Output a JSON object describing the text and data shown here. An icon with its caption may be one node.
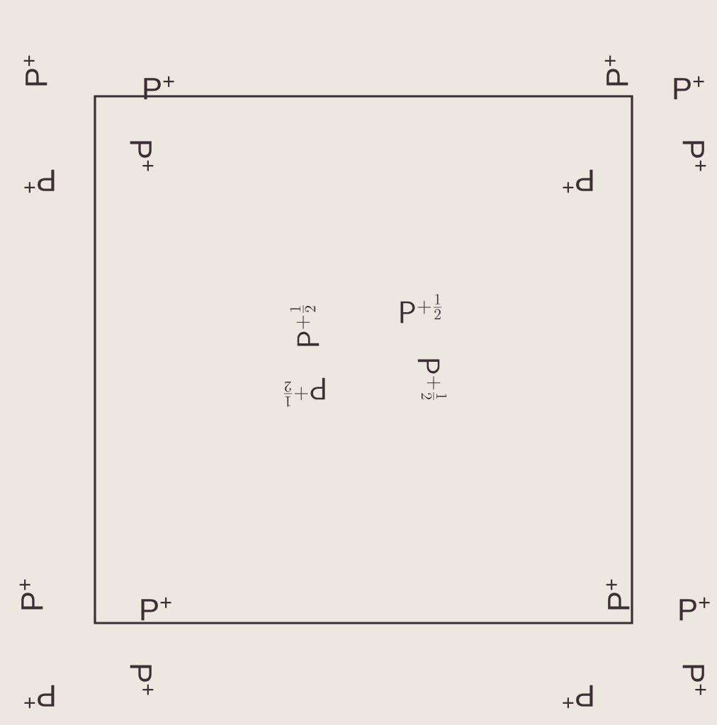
{
  "diagram": {
    "labels": [
      "P$^{+}$",
      "P$^{+}$",
      "P$^{+}$",
      "P$^{+}$",
      "P$^{+}$",
      "P$^{+}$",
      "P$^{+}$",
      "P$^{+}$",
      "\\mathsf{P}^{+\\frac{1}{2}}",
      "\\mathsf{P}^{+\\frac{1}{2}}",
      "\\mathsf{P}^{+\\frac{1}{2}}",
      "\\mathsf{P}^{+\\frac{1}{2}}",
      "P$^{+}$",
      "P$^{+}$",
      "P$^{+}$",
      "P$^{+}$",
      "P$^{+}$",
      "P$^{+}$",
      "P$^{+}$",
      "P$^{+}$"
    ]
  }
}
